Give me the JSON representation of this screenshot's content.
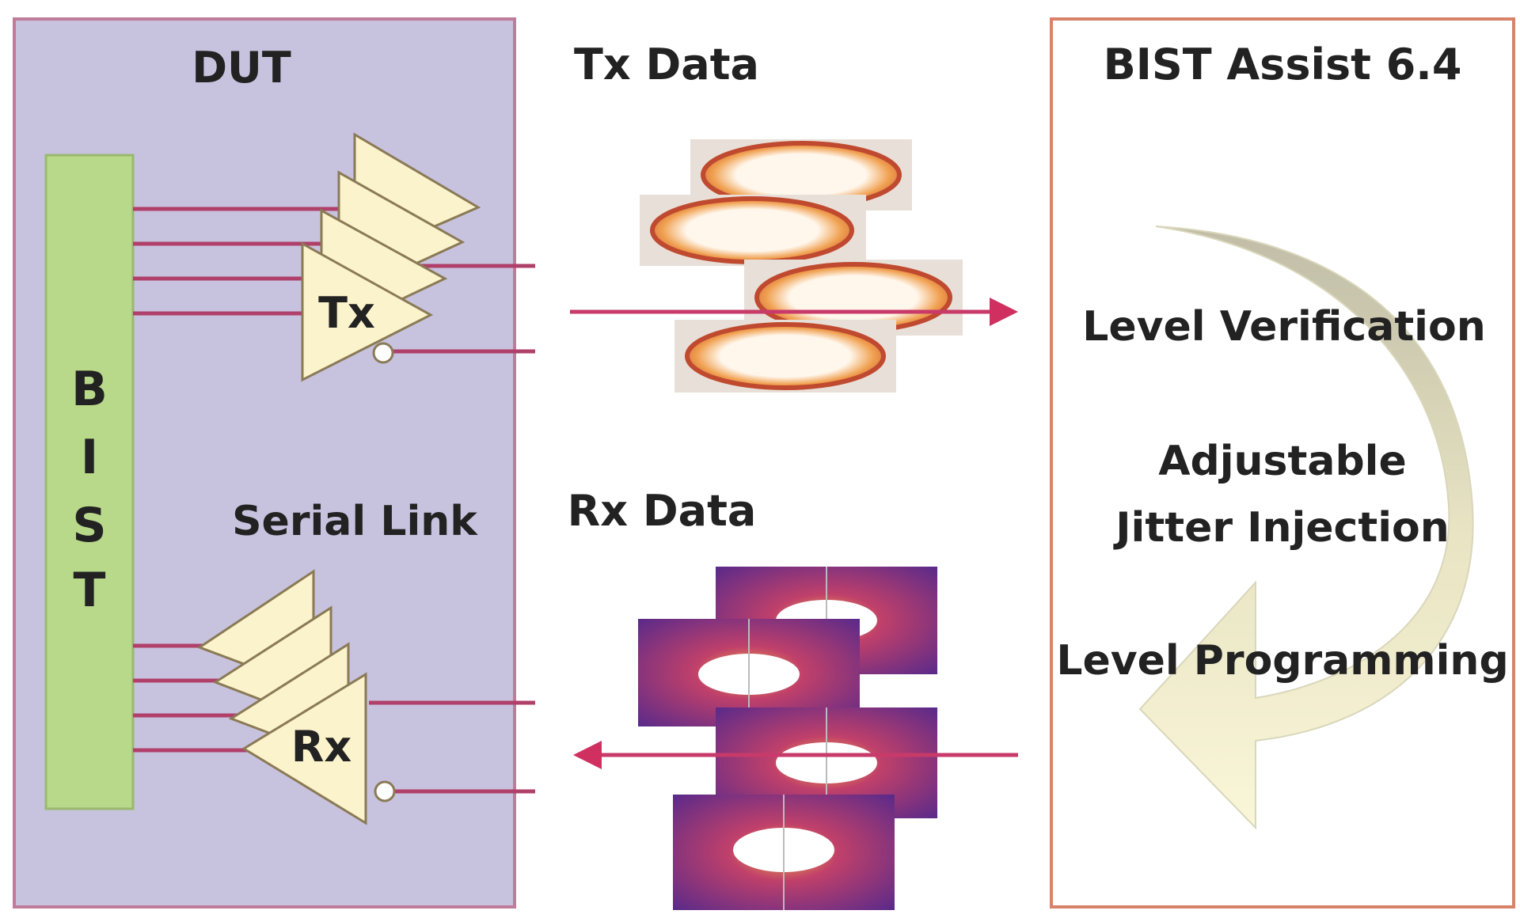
{
  "dut": {
    "title": "DUT",
    "bist_letters": [
      "B",
      "I",
      "S",
      "T"
    ],
    "serial_link_label": "Serial Link",
    "tx_label": "Tx",
    "rx_label": "Rx"
  },
  "tx_data": {
    "label": "Tx Data"
  },
  "rx_data": {
    "label": "Rx Data"
  },
  "bist_assist": {
    "title": "BIST Assist 6.4",
    "steps": {
      "level_verification": "Level Verification",
      "jitter_line1": "Adjustable",
      "jitter_line2": "Jitter Injection",
      "level_programming": "Level Programming"
    }
  },
  "colors": {
    "dut_fill": "#c7c3df",
    "dut_border": "#c07a9a",
    "bist_fill": "#b8d88a",
    "driver_fill": "#fbf3cc",
    "signal_line": "#b0406a",
    "eye_orange": "#e0803a",
    "eye_purple": "#7a3a9a",
    "assist_border": "#d9826a",
    "arrow_grey": "#c8c4a8",
    "arrow_cream": "#f6f2cc"
  },
  "icons": {
    "eye_diagram": "eye-diagram-icon",
    "curved_arrow": "curved-cycle-arrow-icon"
  }
}
